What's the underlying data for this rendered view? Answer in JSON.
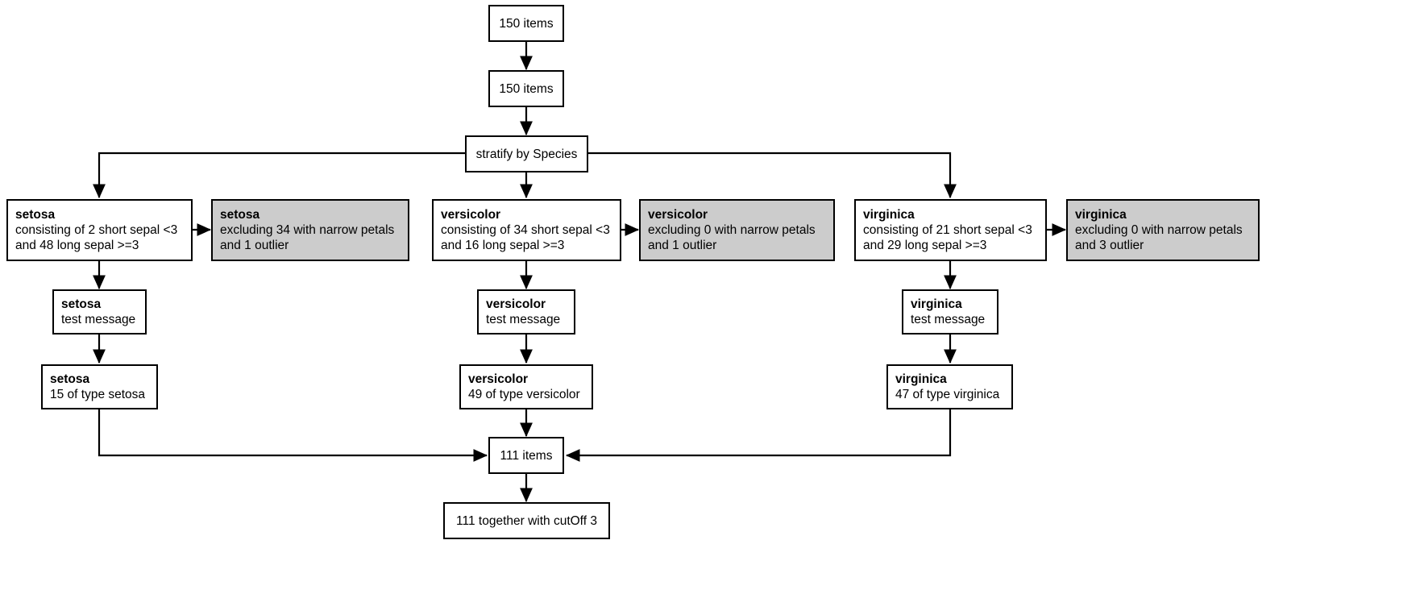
{
  "diagram": {
    "title": "Iris stratified filtering flow chart",
    "colors": {
      "node_fill": "#ffffff",
      "node_fill_shaded": "#cccccc",
      "stroke": "#000000",
      "text": "#000000",
      "background": "#ffffff"
    }
  },
  "nodes": {
    "start": {
      "lines": [
        "150 items"
      ]
    },
    "second": {
      "lines": [
        "150 items"
      ]
    },
    "stratify": {
      "lines": [
        "stratify by Species"
      ]
    },
    "setosa_main": {
      "lines": [
        "setosa",
        "consisting of 2 short sepal <3",
        "and 48 long sepal >=3"
      ]
    },
    "setosa_excl": {
      "lines": [
        "setosa",
        "excluding 34 with narrow petals",
        "and 1 outlier"
      ]
    },
    "versicolor_main": {
      "lines": [
        "versicolor",
        "consisting of 34 short sepal <3",
        "and 16 long sepal >=3"
      ]
    },
    "versicolor_excl": {
      "lines": [
        "versicolor",
        "excluding 0 with narrow petals",
        "and 1 outlier"
      ]
    },
    "virginica_main": {
      "lines": [
        "virginica",
        "consisting of 21 short sepal <3",
        "and 29 long sepal >=3"
      ]
    },
    "virginica_excl": {
      "lines": [
        "virginica",
        "excluding 0 with narrow petals",
        "and 3 outlier"
      ]
    },
    "setosa_test": {
      "lines": [
        "setosa",
        "test message"
      ]
    },
    "versicolor_test": {
      "lines": [
        "versicolor",
        "test message"
      ]
    },
    "virginica_test": {
      "lines": [
        "virginica",
        "test message"
      ]
    },
    "setosa_count": {
      "lines": [
        "setosa",
        "15 of type setosa"
      ]
    },
    "versicolor_count": {
      "lines": [
        "versicolor",
        "49 of type versicolor"
      ]
    },
    "virginica_count": {
      "lines": [
        "virginica",
        "47 of type virginica"
      ]
    },
    "merge": {
      "lines": [
        "111 items"
      ]
    },
    "final": {
      "lines": [
        "111 together with cutOff 3"
      ]
    }
  }
}
